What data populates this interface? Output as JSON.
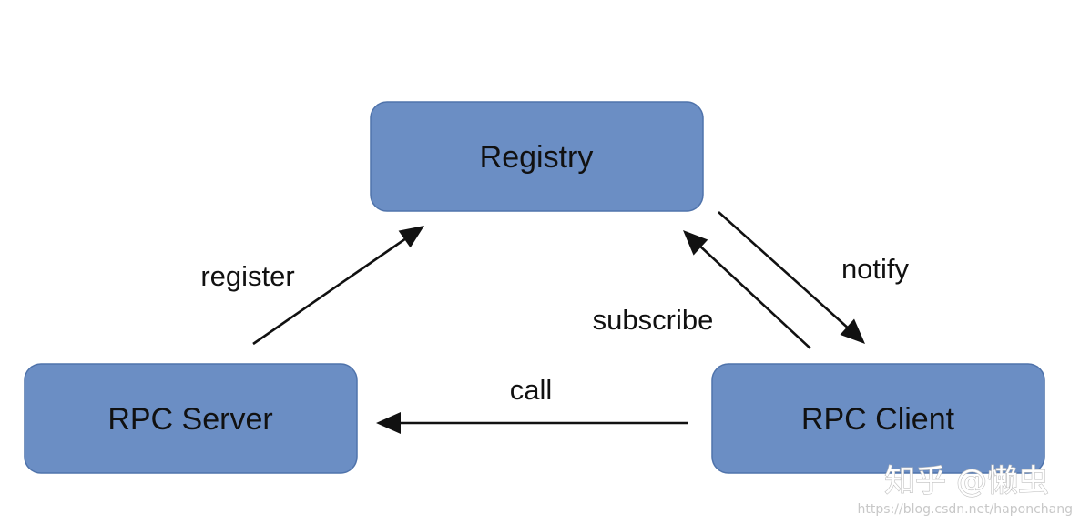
{
  "nodes": {
    "registry": "Registry",
    "server": "RPC Server",
    "client": "RPC Client"
  },
  "edges": {
    "register": "register",
    "subscribe": "subscribe",
    "notify": "notify",
    "call": "call"
  },
  "colors": {
    "node_fill": "#6b8ec4",
    "node_border": "#4f73ab",
    "arrow": "#111111",
    "text": "#111111",
    "background": "#ffffff"
  },
  "watermark": {
    "main": "知乎 @懒虫",
    "url": "https://blog.csdn.net/haponchang"
  }
}
